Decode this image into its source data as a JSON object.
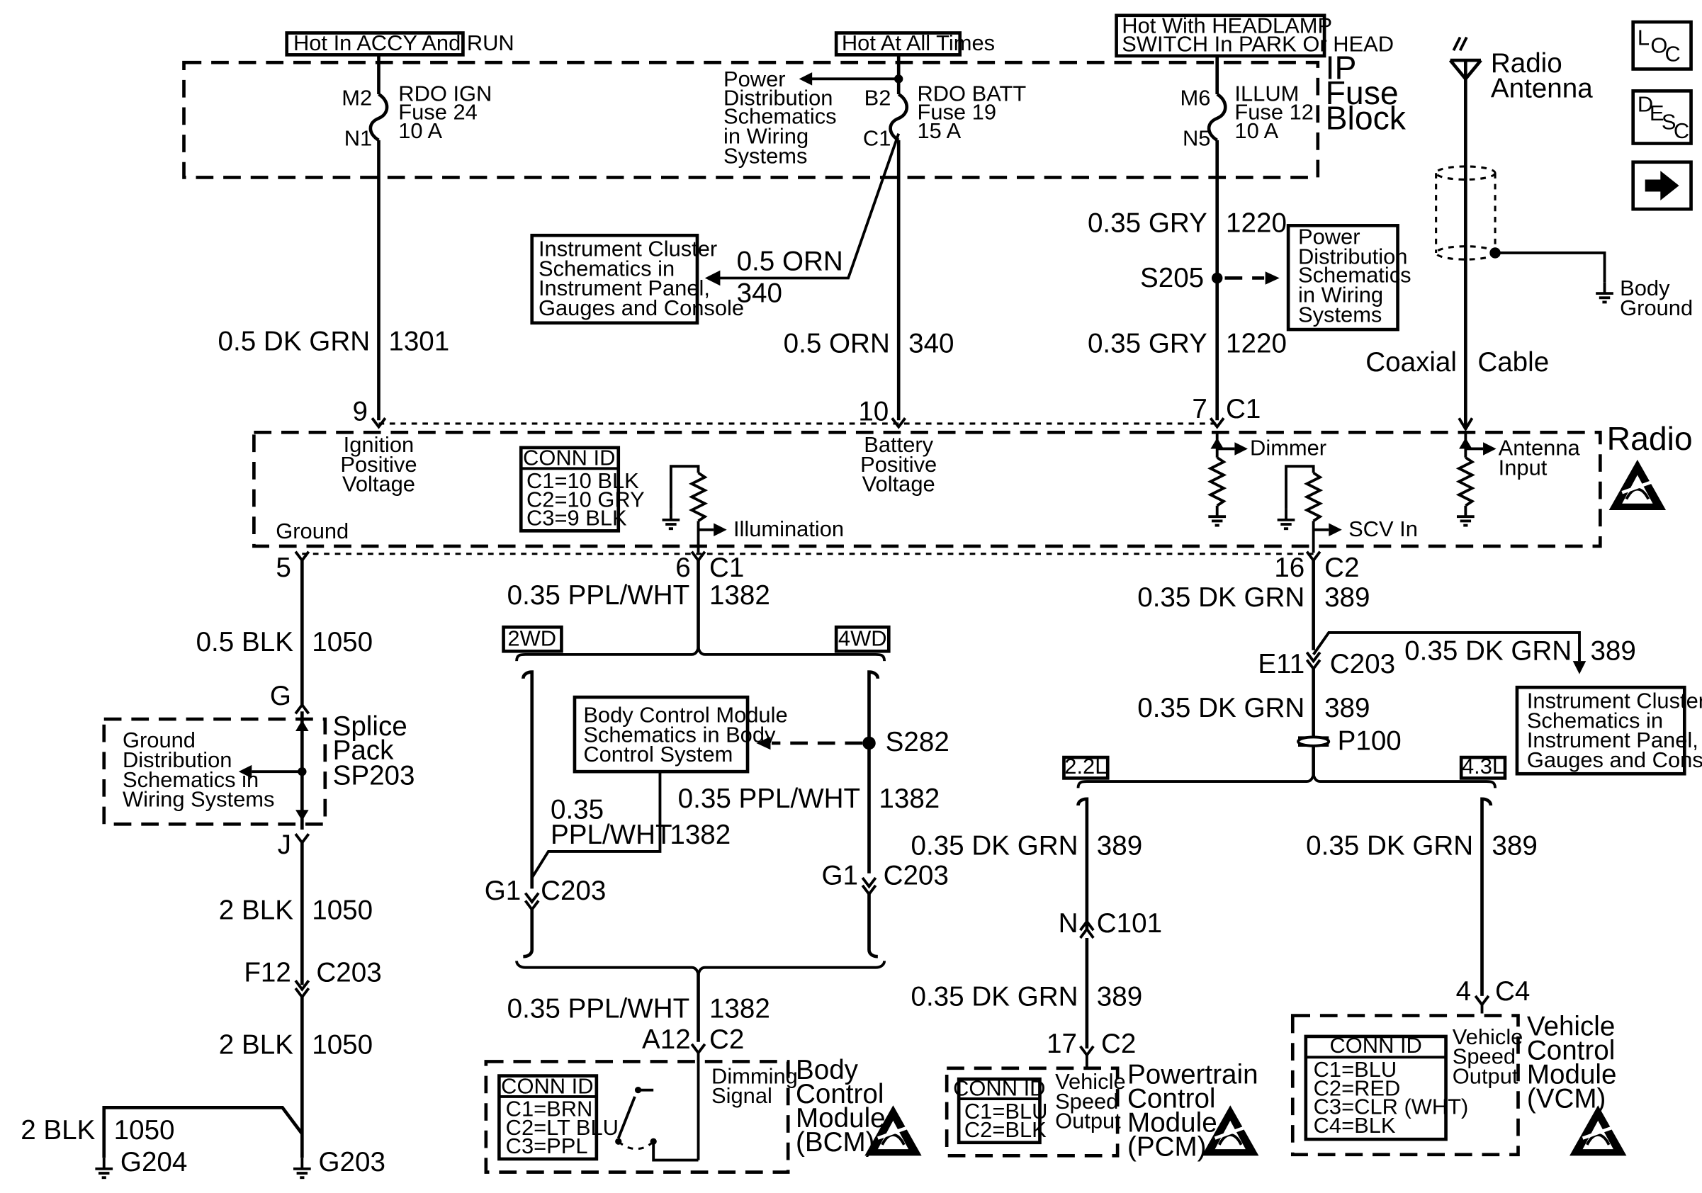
{
  "sources": {
    "accy_run": "Hot In ACCY And RUN",
    "all_times": "Hot At All Times",
    "headlamp_1": "Hot With HEADLAMP",
    "headlamp_2": "SWITCH In PARK Or HEAD"
  },
  "fuse_block": {
    "title_1": "IP",
    "title_2": "Fuse",
    "title_3": "Block",
    "fuse_24": {
      "pin_top": "M2",
      "pin_bottom": "N1",
      "name": "RDO IGN",
      "number": "Fuse 24",
      "rating": "10 A"
    },
    "fuse_19": {
      "pin_top": "B2",
      "pin_bottom": "C1",
      "name": "RDO BATT",
      "number": "Fuse 19",
      "rating": "15 A"
    },
    "fuse_12": {
      "pin_top": "M6",
      "pin_bottom": "N5",
      "name": "ILLUM",
      "number": "Fuse 12",
      "rating": "10 A"
    }
  },
  "refs": {
    "power_dist": [
      "Power",
      "Distribution",
      "Schematics",
      "in Wiring",
      "Systems"
    ],
    "instrument_cluster": [
      "Instrument Cluster",
      "Schematics in",
      "Instrument Panel,",
      "Gauges and Console"
    ],
    "bcm_schem": [
      "Body Control Module",
      "Schematics in Body",
      "Control System"
    ],
    "ground_dist": [
      "Ground",
      "Distribution",
      "Schematics in",
      "Wiring Systems"
    ]
  },
  "wires": {
    "dk_grn_05": "0.5 DK GRN",
    "c1301": "1301",
    "orn_05": "0.5 ORN",
    "c340": "340",
    "gry_035": "0.35 GRY",
    "c1220": "1220",
    "blk_05": "0.5 BLK",
    "c1050": "1050",
    "blk_2": "2 BLK",
    "ppl_wht": "0.35 PPL/WHT",
    "ppl_035": "0.35",
    "ppl_wht_only": "PPL/WHT",
    "c1382": "1382",
    "dk_grn_035": "0.35 DK GRN",
    "c389": "389"
  },
  "pins": {
    "p9": "9",
    "p10": "10",
    "p7": "7",
    "c1": "C1",
    "p5": "5",
    "p6": "6",
    "p16": "16",
    "c2": "C2",
    "e11": "E11",
    "c203": "C203",
    "g": "G",
    "j": "J",
    "f12": "F12",
    "g1": "G1",
    "a12": "A12",
    "n": "N",
    "c101": "C101",
    "p17": "17",
    "p4": "4",
    "c4": "C4"
  },
  "splices": {
    "s205": "S205",
    "s282": "S282",
    "p100": "P100",
    "g203": "G203",
    "g204": "G204"
  },
  "radio": {
    "title": "Radio",
    "ign_1": "Ignition",
    "ign_2": "Positive",
    "ign_3": "Voltage",
    "batt_1": "Battery",
    "batt_2": "Positive",
    "batt_3": "Voltage",
    "ground": "Ground",
    "illumination": "Illumination",
    "dimmer": "Dimmer",
    "scv_in": "SCV In",
    "antenna_input_1": "Antenna",
    "antenna_input_2": "Input",
    "conn_id": "CONN ID",
    "conn": [
      "C1=10 BLK",
      "C2=10 GRY",
      "C3=9 BLK"
    ]
  },
  "antenna": {
    "title_1": "Radio",
    "title_2": "Antenna",
    "body_ground_1": "Body",
    "body_ground_2": "Ground",
    "coaxial": "Coaxial",
    "cable": "Cable"
  },
  "options": {
    "wd2": "2WD",
    "wd4": "4WD",
    "l22": "2.2L",
    "l43": "4.3L"
  },
  "splice_pack": {
    "line_1": "Splice",
    "line_2": "Pack",
    "line_3": "SP203"
  },
  "bcm": {
    "title": [
      "Body",
      "Control",
      "Module",
      "(BCM)"
    ],
    "signal_1": "Dimming",
    "signal_2": "Signal",
    "conn_id": "CONN ID",
    "conn": [
      "C1=BRN",
      "C2=LT BLU",
      "C3=PPL"
    ]
  },
  "pcm": {
    "title": [
      "Powertrain",
      "Control",
      "Module",
      "(PCM)"
    ],
    "vso": [
      "Vehicle",
      "Speed",
      "Output"
    ],
    "conn_id": "CONN ID",
    "conn": [
      "C1=BLU",
      "C2=BLK"
    ]
  },
  "vcm": {
    "title": [
      "Vehicle",
      "Control",
      "Module",
      "(VCM)"
    ],
    "vso": [
      "Vehicle",
      "Speed",
      "Output"
    ],
    "conn_id": "CONN ID",
    "conn": [
      "C1=BLU",
      "C2=RED",
      "C3=CLR (WHT)",
      "C4=BLK"
    ]
  },
  "nav": {
    "loc_l": "L",
    "loc_o": "O",
    "loc_c": "C",
    "desc_d": "D",
    "desc_e": "E",
    "desc_s": "S",
    "desc_c": "C",
    "arrow_icon": "right-arrow-icon"
  }
}
